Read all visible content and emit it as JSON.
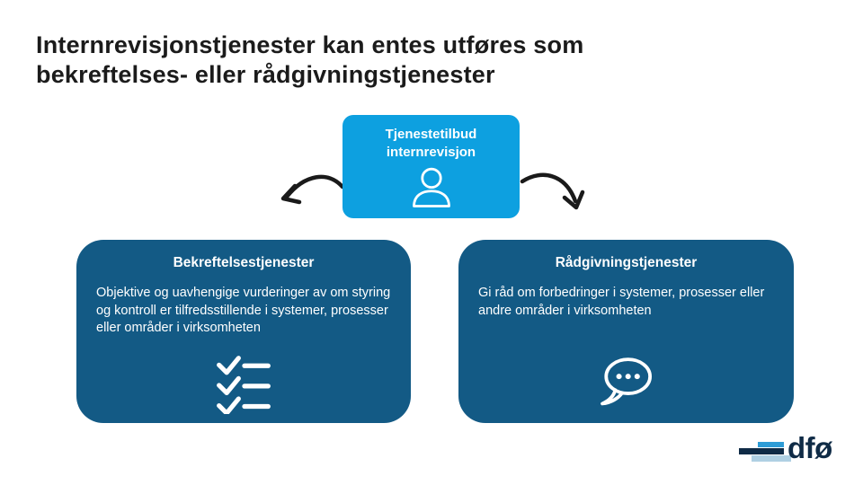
{
  "title": {
    "line1": "Internrevisjonstjenester kan entes utføres som",
    "line2": "bekreftelses- eller rådgivningstjenester"
  },
  "top_box": {
    "line1": "Tjenestetilbud",
    "line2": "internrevisjon",
    "icon": "person-icon"
  },
  "cards": {
    "left": {
      "title": "Bekreftelsestjenester",
      "body": "Objektive og uavhengige vurderinger av om styring og kontroll er tilfredsstillende i systemer, prosesser eller områder i virksomheten",
      "icon": "checklist-icon"
    },
    "right": {
      "title": "Rådgivningstjenester",
      "body": "Gi råd om forbedringer i systemer, prosesser eller andre områder i virksomheten",
      "icon": "speech-bubble-icon"
    }
  },
  "logo": {
    "text": "dfø"
  },
  "icons": {
    "arrows": [
      "curved-arrow-left-icon",
      "curved-arrow-right-icon"
    ]
  },
  "colors": {
    "accent_blue": "#0da0e0",
    "card_blue": "#135a85",
    "logo_navy": "#0f2b46",
    "logo_blue": "#2e9cd6",
    "logo_light_blue": "#afd0e3",
    "title_text": "#1b1b1b",
    "arrow": "#1a1a1a",
    "background": "#ffffff"
  }
}
